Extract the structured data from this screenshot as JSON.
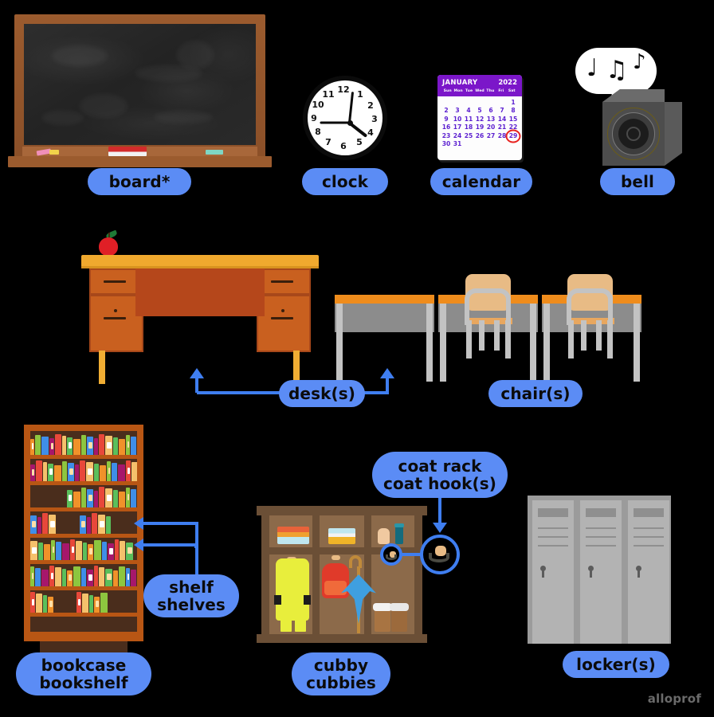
{
  "page": {
    "title": "Classroom Vocabulary Diagram",
    "background_color": "#000000",
    "watermark": "alloprof",
    "label_color": "#5b8cf5",
    "connector_color": "#3f7ef0"
  },
  "labels": {
    "board": {
      "lines": [
        "board*"
      ]
    },
    "clock": {
      "lines": [
        "clock"
      ]
    },
    "calendar": {
      "lines": [
        "calendar"
      ]
    },
    "bell": {
      "lines": [
        "bell"
      ]
    },
    "desk": {
      "lines": [
        "desk(s)"
      ]
    },
    "chair": {
      "lines": [
        "chair(s)"
      ]
    },
    "shelf": {
      "lines": [
        "shelf",
        "shelves"
      ]
    },
    "bookcase": {
      "lines": [
        "bookcase",
        "bookshelf"
      ]
    },
    "coat_rack": {
      "lines": [
        "coat rack",
        "coat hook(s)"
      ]
    },
    "cubby": {
      "lines": [
        "cubby",
        "cubbies"
      ]
    },
    "locker": {
      "lines": [
        "locker(s)"
      ]
    }
  },
  "clock": {
    "numbers": [
      "12",
      "1",
      "2",
      "3",
      "4",
      "5",
      "6",
      "7",
      "8",
      "9",
      "10",
      "11"
    ],
    "time_shown": "3:45",
    "hour_hand_angle_deg": 128,
    "minute_hand_angle_deg": 270,
    "second_hand_angle_deg": 6,
    "face_color": "#ffffff",
    "rim_color": "#0b0b0b"
  },
  "calendar": {
    "month": "JANUARY",
    "year": "2022",
    "day_headers": [
      "Sun",
      "Mon",
      "Tue",
      "Wed",
      "Thu",
      "Fri",
      "Sat"
    ],
    "leading_blanks": 6,
    "days": [
      1,
      2,
      3,
      4,
      5,
      6,
      7,
      8,
      9,
      10,
      11,
      12,
      13,
      14,
      15,
      16,
      17,
      18,
      19,
      20,
      21,
      22,
      23,
      24,
      25,
      26,
      27,
      28,
      29,
      30,
      31
    ],
    "highlighted_day": 29,
    "header_color": "#7b16c9",
    "day_text_color": "#5b1fd0",
    "highlight_color": "#e8231f"
  },
  "board": {
    "frame_color": "#9b5b2e",
    "surface_color": "#2a2a2a",
    "tray_items": [
      {
        "name": "chalk-pink",
        "color": "#f08fb8"
      },
      {
        "name": "chalk-yellow",
        "color": "#f2d24a"
      },
      {
        "name": "eraser",
        "color": "#d32b2b"
      },
      {
        "name": "chalk-teal",
        "color": "#7fd6c4"
      }
    ]
  },
  "bell": {
    "speech_bubble_notes": [
      "♩",
      "♫",
      "♪"
    ],
    "speaker_color": "#4d4d4d",
    "bubble_color": "#ffffff"
  },
  "teacher_desk": {
    "top_color": "#f0a92e",
    "body_color": "#c2541c",
    "drawers_per_pedestal": 2,
    "apple": {
      "body_color": "#e01f26",
      "leaf_color": "#1f7a36"
    }
  },
  "student_desks": {
    "count": 3,
    "top_color": "#ef8c1c",
    "apron_color": "#8c8c8c",
    "leg_color": "#c3c3c3",
    "chairs": 2,
    "chair_seat_color": "#e8bb85"
  },
  "bookcase": {
    "shelf_count": 7,
    "frame_color": "#b85614",
    "interior_color": "#4a2d1c",
    "book_colors": [
      "#f0922a",
      "#8dc63f",
      "#3f8ee8",
      "#a6176b",
      "#e8483a",
      "#f5c16c",
      "#5bbf5b"
    ],
    "callout_arrows": 2
  },
  "cubby": {
    "columns": 3,
    "frame_color": "#6b4f36",
    "interior_color": "#8c6a4a",
    "contents": [
      {
        "column": 1,
        "top": "stacked-boxes",
        "bottom": "yellow-raincoat-and-boots"
      },
      {
        "column": 2,
        "top": "stacked-books",
        "bottom": "red-backpack-and-blue-umbrella"
      },
      {
        "column": 3,
        "top": "bag-and-thermos",
        "bottom": "brown-winter-boots"
      }
    ],
    "coat_hook_color": "#e8bb85"
  },
  "lockers": {
    "count": 3,
    "body_color": "#9b9b9b",
    "door_color": "#b3b3b3",
    "vent_slots": 3,
    "lock_color": "#5c5c5c"
  }
}
